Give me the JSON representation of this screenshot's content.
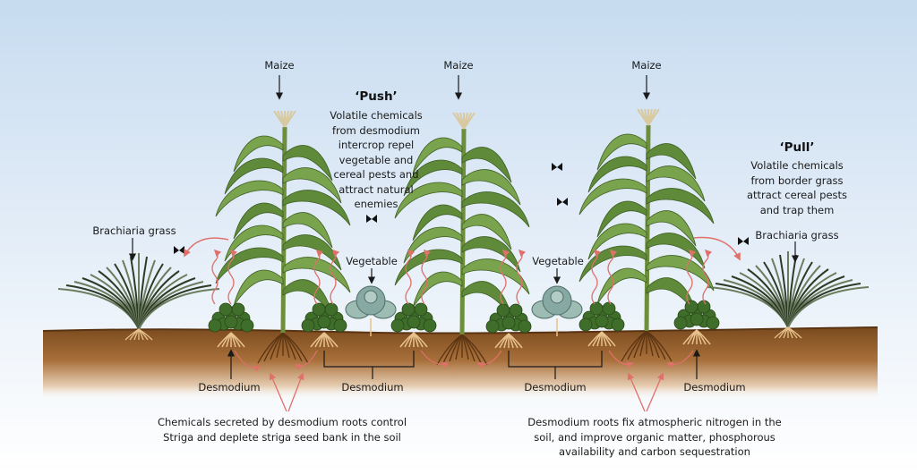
{
  "labels": {
    "maize_1": "Maize",
    "maize_2": "Maize",
    "maize_3": "Maize",
    "brachiaria_left": "Brachiaria grass",
    "brachiaria_right": "Brachiaria grass",
    "vegetable_1": "Vegetable",
    "vegetable_2": "Vegetable",
    "desmodium_1": "Desmodium",
    "desmodium_2": "Desmodium",
    "desmodium_3": "Desmodium",
    "desmodium_4": "Desmodium"
  },
  "push": {
    "heading": "‘Push’",
    "lines": [
      "Volatile chemicals",
      "from desmodium",
      "intercrop repel",
      "vegetable and",
      "cereal pests and",
      "attract natural",
      "enemies"
    ]
  },
  "pull": {
    "heading": "‘Pull’",
    "lines": [
      "Volatile chemicals",
      "from border grass",
      "attract cereal pests",
      "and trap them"
    ]
  },
  "notes": {
    "striga": [
      "Chemicals secreted by desmodium roots control",
      "Striga and deplete striga seed bank in the soil"
    ],
    "nitrogen": [
      "Desmodium roots fix atmospheric nitrogen in the",
      "soil, and improve organic matter, phosphorous",
      "availability and carbon sequestration"
    ]
  },
  "colors": {
    "sky_top": "#c7dcf0",
    "soil_top": "#7a4a1e",
    "soil_bottom": "#ffffff",
    "chemical_arrow": "#e0706a",
    "leaf_green": "#5f8a3a",
    "grass_dark": "#2d3a26",
    "cabbage": "#86aaa3"
  }
}
